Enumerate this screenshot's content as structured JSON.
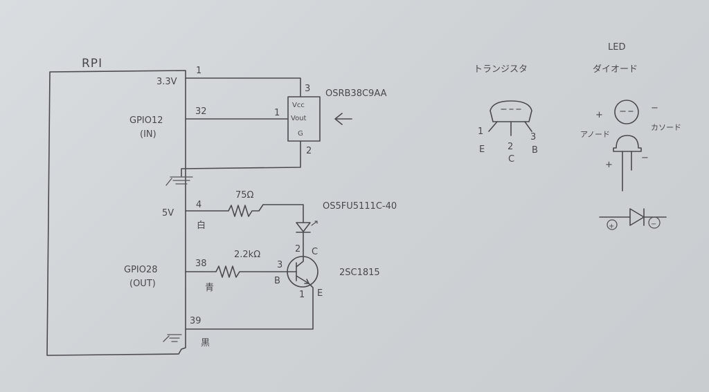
{
  "title": "RPI",
  "pins": {
    "p1": "1",
    "v33": "3.3V",
    "gpio12": "GPIO12",
    "in": "(IN)",
    "p32": "32",
    "p4": "4",
    "v5": "5V",
    "white": "白",
    "gpio28": "GPIO28",
    "out": "(OUT)",
    "p38": "38",
    "blue": "青",
    "p39": "39",
    "black": "黒"
  },
  "sensor": {
    "part": "OSRB38C9AA",
    "vcc": "Vcc",
    "vout": "Vout",
    "g": "G",
    "pin3": "3",
    "pin1": "1",
    "pin2": "2"
  },
  "led_circuit": {
    "r1": "75Ω",
    "led_part": "OS5FU5111C-40",
    "r2": "2.2kΩ",
    "tr_part": "2SC1815",
    "c": "C",
    "b": "B",
    "e": "E",
    "pc": "2",
    "pb": "3",
    "pe": "1"
  },
  "transistor_ref": {
    "heading": "トランジスタ",
    "n1": "1",
    "n2": "2",
    "n3": "3",
    "e": "E",
    "c": "C",
    "b": "B"
  },
  "led_ref": {
    "heading1": "LED",
    "heading2": "ダイオード",
    "plus": "+",
    "minus": "−",
    "anode": "アノード",
    "cathode": "カソード",
    "leg_plus": "+",
    "leg_minus": "−",
    "sym_plus": "+",
    "sym_minus": "−"
  }
}
